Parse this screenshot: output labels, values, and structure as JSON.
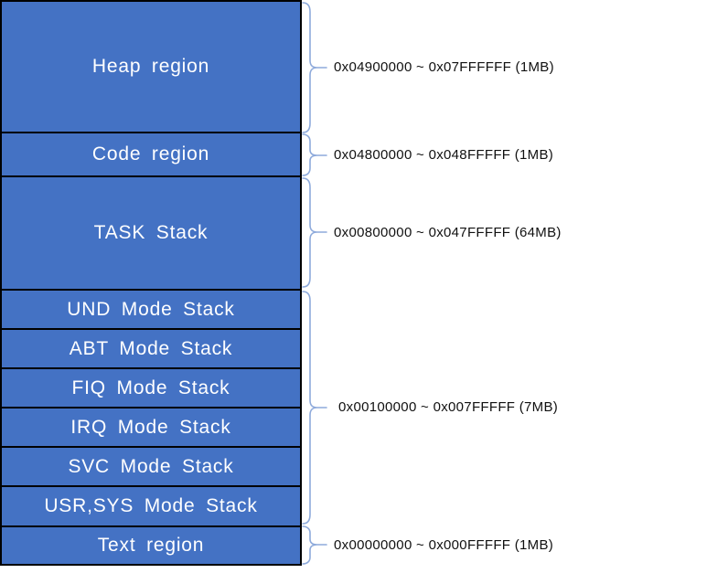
{
  "regions": [
    {
      "label": "Heap region"
    },
    {
      "label": "Code region"
    },
    {
      "label": "TASK Stack"
    },
    {
      "label": "UND Mode Stack"
    },
    {
      "label": "ABT Mode Stack"
    },
    {
      "label": "FIQ Mode Stack"
    },
    {
      "label": "IRQ Mode Stack"
    },
    {
      "label": "SVC Mode Stack"
    },
    {
      "label": "USR,SYS Mode Stack"
    },
    {
      "label": "Text region"
    }
  ],
  "annotations": [
    {
      "text": "0x04900000 ~ 0x07FFFFFF (1MB)",
      "covers": "Heap region"
    },
    {
      "text": "0x04800000 ~ 0x048FFFFF (1MB)",
      "covers": "Code region"
    },
    {
      "text": "0x00800000 ~ 0x047FFFFF (64MB)",
      "covers": "TASK Stack"
    },
    {
      "text": "0x00100000 ~ 0x007FFFFF (7MB)",
      "covers": "UND, ABT, FIQ, IRQ, SVC, USR,SYS Mode Stacks"
    },
    {
      "text": "0x00000000 ~ 0x000FFFFF (1MB)",
      "covers": "Text region"
    }
  ],
  "colors": {
    "box_fill": "#4472C4",
    "box_border": "#000000",
    "brace": "#8EAADB",
    "label_text": "#FFFFFF",
    "annotation_text": "#111111"
  }
}
